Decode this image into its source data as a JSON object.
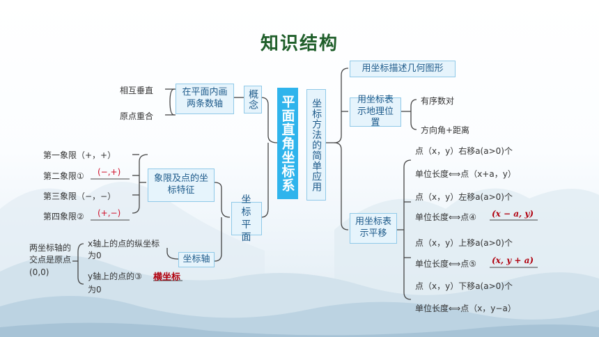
{
  "title": "知识结构",
  "center": "平面直角坐标系",
  "left": {
    "concept_box": "概念",
    "concept_desc": "在平面内画两条数轴",
    "concept_items": [
      "相互垂直",
      "原点重合"
    ],
    "plane_box": "坐标平面",
    "quadrant_box": "象限及点的坐标特征",
    "quadrants": [
      {
        "label": "第一象限（+，+）",
        "answer": ""
      },
      {
        "label": "第二象限①",
        "answer": "(−,+)"
      },
      {
        "label": "第三象限（−，−）",
        "answer": ""
      },
      {
        "label": "第四象限②",
        "answer": "(+,−)"
      }
    ],
    "axis_box": "坐标轴",
    "intersection": "两坐标轴的交点是原点(0,0)",
    "axis_items": [
      {
        "text": "x轴上的点的纵坐标为0",
        "answer": ""
      },
      {
        "text": "y轴上的点的③",
        "text2": "为0",
        "answer": "横坐标"
      }
    ]
  },
  "right": {
    "method_box": "坐标方法的简单应用",
    "describe_box": "用坐标描述几何图形",
    "location_box": "用坐标表示地理位置",
    "location_items": [
      "有序数对",
      "方向角+距离"
    ],
    "translate_box": "用坐标表示平移",
    "translations": [
      {
        "move": "点（x，y）右移a(a>0)个",
        "result": "单位长度⟺点（x+a，y）",
        "answer": ""
      },
      {
        "move": "点（x，y）左移a(a>0)个",
        "result": "单位长度⟺点④",
        "answer": "(x − a, y)"
      },
      {
        "move": "点（x，y）上移a(a>0)个",
        "result": "单位长度⟺点⑤",
        "answer": "(x, y + a)"
      },
      {
        "move": "点（x，y）下移a(a>0)个",
        "result": "单位长度⟺点（x，y−a）",
        "answer": ""
      }
    ]
  }
}
